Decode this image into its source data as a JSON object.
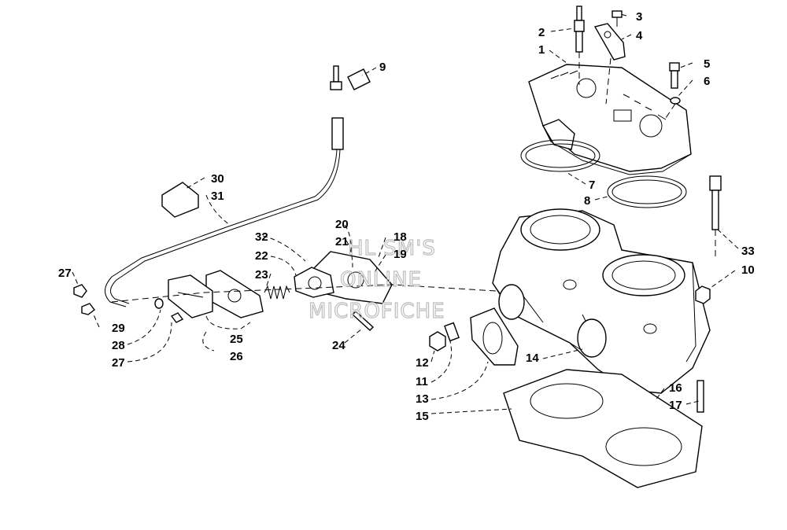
{
  "watermark": [
    "HL SM'S",
    "ONLINE",
    "MICROFICHE"
  ],
  "callouts": [
    "1",
    "2",
    "3",
    "4",
    "5",
    "6",
    "7",
    "8",
    "9",
    "10",
    "11",
    "12",
    "13",
    "14",
    "15",
    "16",
    "17",
    "18",
    "19",
    "20",
    "21",
    "22",
    "23",
    "24",
    "25",
    "26",
    "27",
    "27",
    "28",
    "29",
    "30",
    "31",
    "32",
    "33"
  ]
}
